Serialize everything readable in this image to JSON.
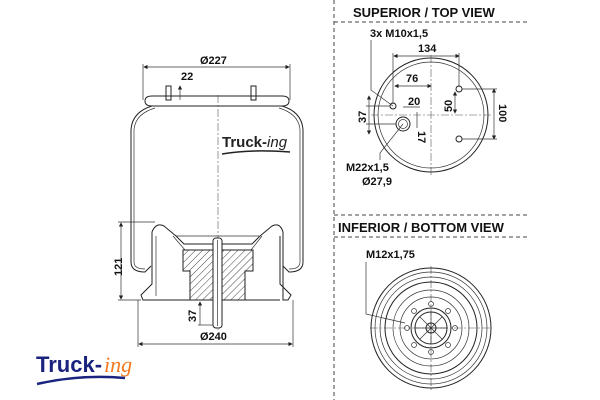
{
  "top_view": {
    "title": "SUPERIOR / TOP VIEW",
    "stud_thread": "3x M10x1,5",
    "dim_134": "134",
    "dim_76": "76",
    "dim_20": "20",
    "dim_50": "50",
    "dim_100": "100",
    "dim_37": "37",
    "dim_17": "17",
    "air_thread": "M22x1,5",
    "air_diameter": "Ø27,9"
  },
  "bottom_view": {
    "title": "INFERIOR / BOTTOM VIEW",
    "thread": "M12x1,75"
  },
  "side_view": {
    "dim_top_diameter": "Ø227",
    "dim_stud_height": "22",
    "dim_piston_height": "121",
    "dim_bottom_stud": "37",
    "dim_bottom_diameter": "Ø240",
    "watermark_logo": "Truck-ing"
  },
  "logo": {
    "part1": "Truck-",
    "part2": "ing",
    "color_primary": "#1a237e",
    "color_accent": "#f47920"
  }
}
